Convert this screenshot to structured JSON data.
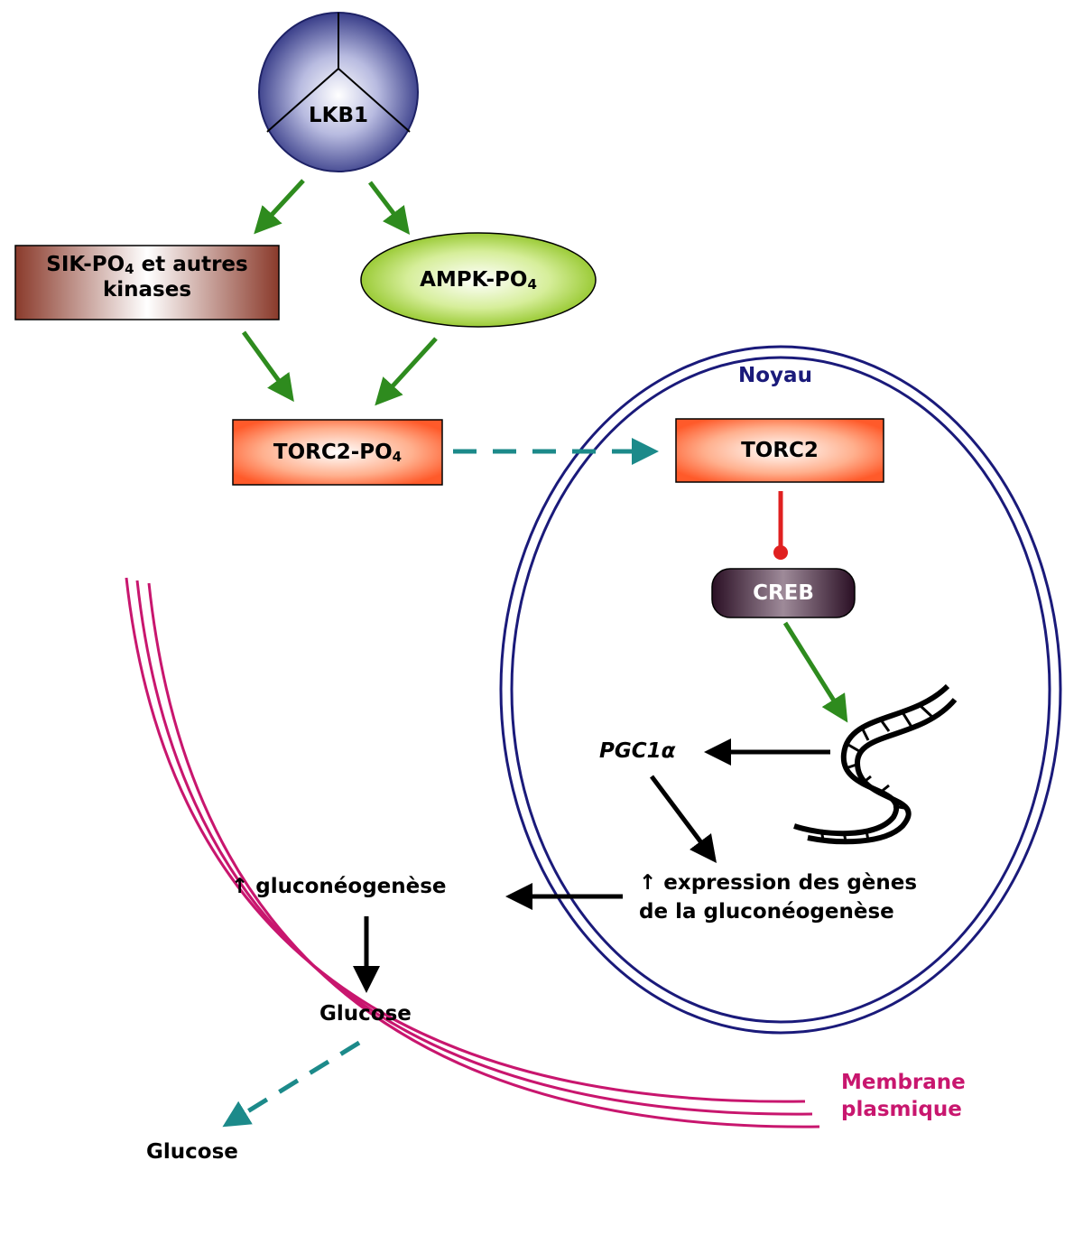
{
  "nodes": {
    "lkb1": "LKB1",
    "sik_line1_prefix": "SIK-PO",
    "sik_line1_sub": "4",
    "sik_line1_suffix": " et autres",
    "sik_line2": "kinases",
    "ampk_prefix": "AMPK-PO",
    "ampk_sub": "4",
    "torc2po4_prefix": "TORC2-PO",
    "torc2po4_sub": "4",
    "torc2": "TORC2",
    "creb": "CREB",
    "pgc1": "PGC1",
    "pgc1_greek": "α",
    "expression_line1": "↑ expression des gènes",
    "expression_line2": "de la gluconéogenèse",
    "gluconeogenese": "↑ gluconéogenèse",
    "glucose_inside": "Glucose",
    "glucose_outside": "Glucose",
    "membrane_line1": "Membrane",
    "membrane_line2": "plasmique",
    "noyau": "Noyau"
  },
  "colors": {
    "lkb1_edge": "#2a2f7f",
    "sik_edge": "#8a3a2b",
    "ampk_fill": "#9ccc2c",
    "torc_fill": "#ff6a3a",
    "creb_fill": "#3a1d33",
    "activation_arrow": "#2e8b1e",
    "transport_arrow": "#1c8a8a",
    "inhibition": "#e02020",
    "nucleus": "#1a1a7a",
    "membrane": "#c8166e",
    "noyau_text": "#1a1a7a",
    "membrane_text": "#c8166e"
  },
  "icons": {
    "dna": "dna-helix-icon"
  }
}
